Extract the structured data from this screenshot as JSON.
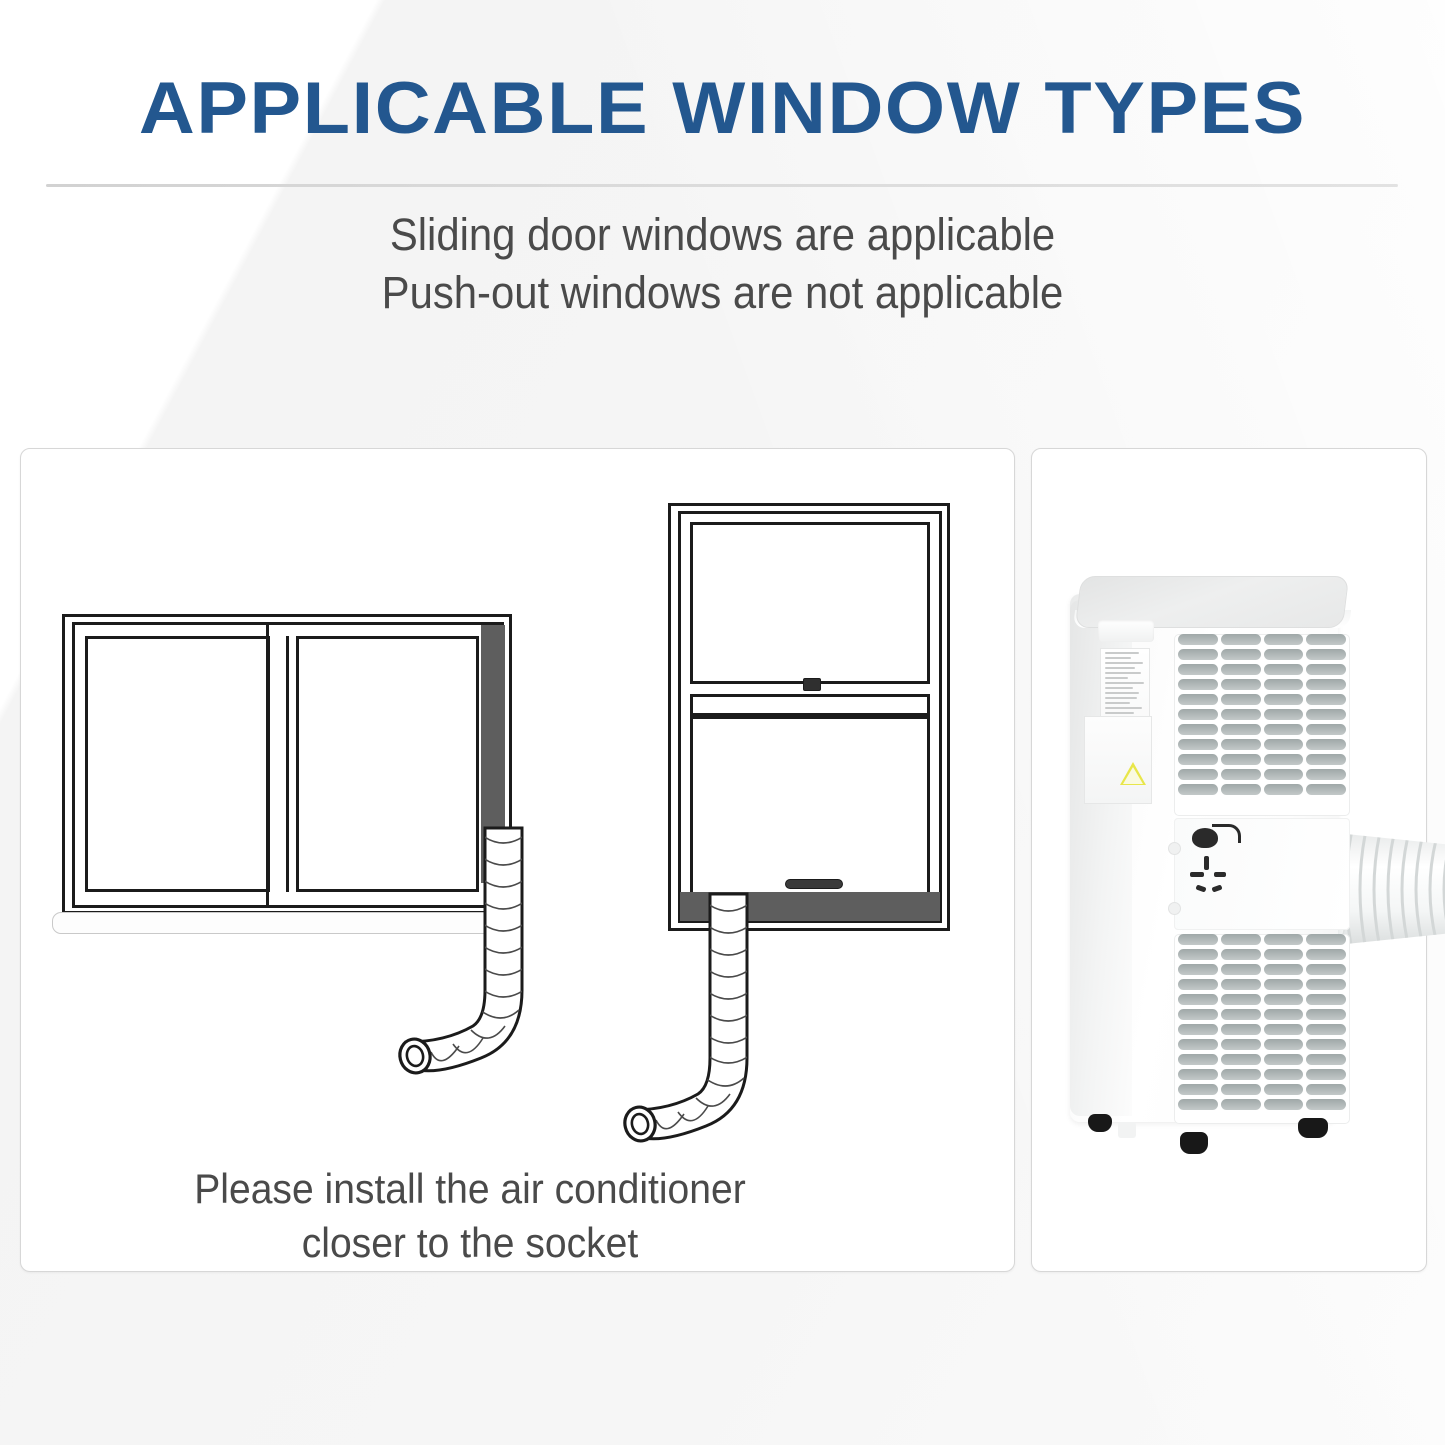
{
  "header": {
    "title": "APPLICABLE WINDOW TYPES",
    "subtitle_lines": [
      "Sliding door windows are applicable",
      "Push-out windows are not applicable"
    ]
  },
  "theme": {
    "title_color": "#23578f",
    "subtitle_color": "#4a4a4a",
    "background": "#f7f7f7",
    "panel_background": "#ffffff",
    "panel_border": "#d7d7d7",
    "line_art_stroke": "#1b1b1b",
    "filler_panel_color": "#5e5e5e",
    "rule_color": "#d8d8d8"
  },
  "panels": {
    "left": {
      "name": "window-diagrams-panel",
      "caption_lines": [
        "Please install the air conditioner",
        "closer to the socket"
      ],
      "diagrams": [
        {
          "name": "sliding-window-diagram",
          "type": "horizontal-sliding-window",
          "panes": 2,
          "filler_orientation": "vertical-right",
          "hose": "exits-right-then-curves-down-and-left",
          "has_sill": true
        },
        {
          "name": "sash-window-diagram",
          "type": "vertical-sash-window",
          "panes": 2,
          "filler_orientation": "horizontal-bottom",
          "hose": "exits-bottom-then-curves-down-and-left",
          "has_sill": false
        }
      ]
    },
    "right": {
      "name": "product-photo-panel",
      "product": "portable-air-conditioner",
      "product_features": [
        "exhaust-hose",
        "upper-grille",
        "lower-grille",
        "rating-label",
        "hazard-label",
        "drain-port",
        "power-socket",
        "caster-wheels"
      ]
    }
  }
}
